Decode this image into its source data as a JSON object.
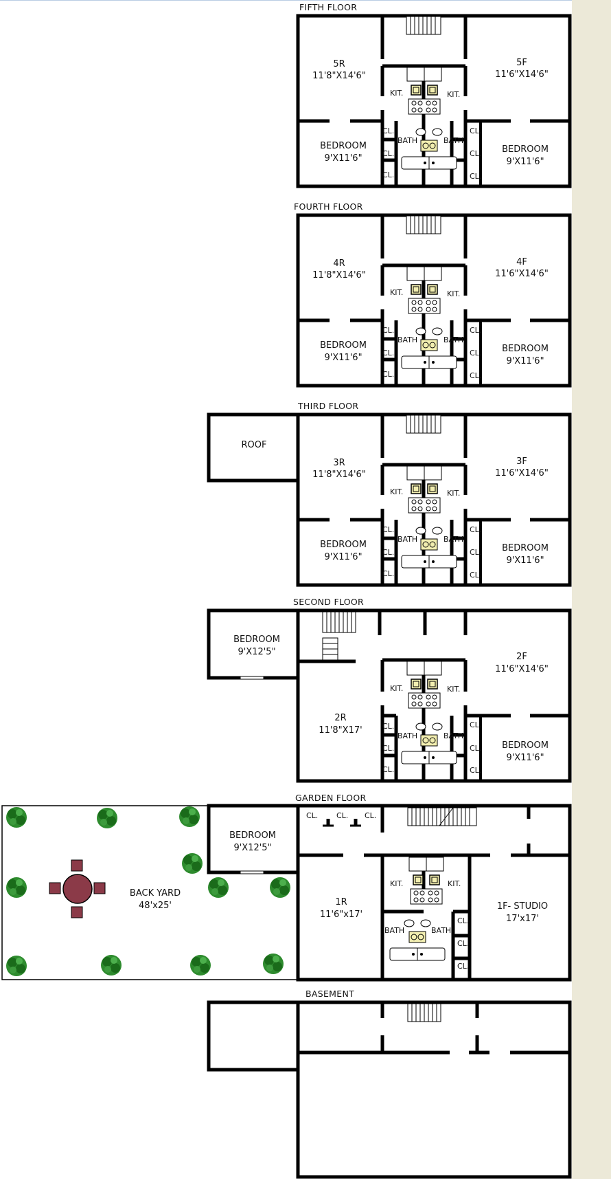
{
  "floors": {
    "fifth": {
      "title": "FIFTH FLOOR",
      "unit_r": {
        "name": "5R",
        "dim": "11'8\"X14'6\""
      },
      "unit_f": {
        "name": "5F",
        "dim": "11'6\"X14'6\""
      },
      "bedroom_l": {
        "name": "BEDROOM",
        "dim": "9'X11'6\""
      },
      "bedroom_r": {
        "name": "BEDROOM",
        "dim": "9'X11'6\""
      }
    },
    "fourth": {
      "title": "FOURTH FLOOR",
      "unit_r": {
        "name": "4R",
        "dim": "11'8\"X14'6\""
      },
      "unit_f": {
        "name": "4F",
        "dim": "11'6\"X14'6\""
      },
      "bedroom_l": {
        "name": "BEDROOM",
        "dim": "9'X11'6\""
      },
      "bedroom_r": {
        "name": "BEDROOM",
        "dim": "9'X11'6\""
      }
    },
    "third": {
      "title": "THIRD FLOOR",
      "roof": "ROOF",
      "unit_r": {
        "name": "3R",
        "dim": "11'8\"X14'6\""
      },
      "unit_f": {
        "name": "3F",
        "dim": "11'6\"X14'6\""
      },
      "bedroom_l": {
        "name": "BEDROOM",
        "dim": "9'X11'6\""
      },
      "bedroom_r": {
        "name": "BEDROOM",
        "dim": "9'X11'6\""
      }
    },
    "second": {
      "title": "SECOND FLOOR",
      "bedroom_ext": {
        "name": "BEDROOM",
        "dim": "9'X12'5\""
      },
      "unit_r": {
        "name": "2R",
        "dim": "11'8\"X17'"
      },
      "unit_f": {
        "name": "2F",
        "dim": "11'6\"X14'6\""
      },
      "bedroom_r": {
        "name": "BEDROOM",
        "dim": "9'X11'6\""
      }
    },
    "garden": {
      "title": "GARDEN FLOOR",
      "bedroom": {
        "name": "BEDROOM",
        "dim": "9'X12'5\""
      },
      "unit_r": {
        "name": "1R",
        "dim": "11'6\"x17'"
      },
      "unit_f": {
        "name": "1F- STUDIO",
        "dim": "17'x17'"
      },
      "backyard": {
        "name": "BACK YARD",
        "dim": "48'x25'"
      }
    },
    "basement": {
      "title": "BASEMENT"
    }
  },
  "labels": {
    "kit": "KIT.",
    "bath": "BATH",
    "cl": "CL."
  },
  "colors": {
    "wall": "#000000",
    "tree": "#1f7a1f",
    "table": "#8b3a48",
    "fixture": "#f2eeb0",
    "sidebar": "#ece9d8"
  }
}
